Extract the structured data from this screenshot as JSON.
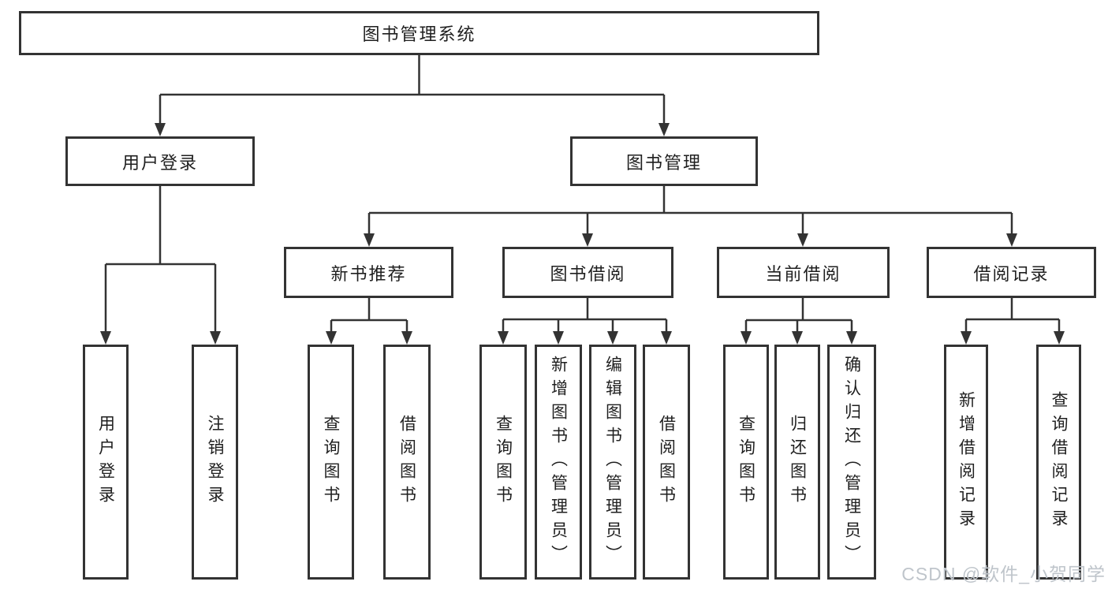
{
  "watermark": "CSDN @软件_小贺同学",
  "colors": {
    "line": "#333333",
    "text": "#1f1f1f",
    "watermark": "#bfc5cb",
    "background": "#ffffff"
  },
  "tree": {
    "root": {
      "label": "图书管理系统",
      "children": [
        {
          "label": "用户登录",
          "children": [
            {
              "label": "用户登录"
            },
            {
              "label": "注销登录"
            }
          ]
        },
        {
          "label": "图书管理",
          "children": [
            {
              "label": "新书推荐",
              "children": [
                {
                  "label": "查询图书"
                },
                {
                  "label": "借阅图书"
                }
              ]
            },
            {
              "label": "图书借阅",
              "children": [
                {
                  "label": "查询图书"
                },
                {
                  "label": "新增图书（管理员）"
                },
                {
                  "label": "编辑图书（管理员）"
                },
                {
                  "label": "借阅图书"
                }
              ]
            },
            {
              "label": "当前借阅",
              "children": [
                {
                  "label": "查询图书"
                },
                {
                  "label": "归还图书"
                },
                {
                  "label": "确认归还（管理员）"
                }
              ]
            },
            {
              "label": "借阅记录",
              "children": [
                {
                  "label": "新增借阅记录"
                },
                {
                  "label": "查询借阅记录"
                }
              ]
            }
          ]
        }
      ]
    }
  }
}
